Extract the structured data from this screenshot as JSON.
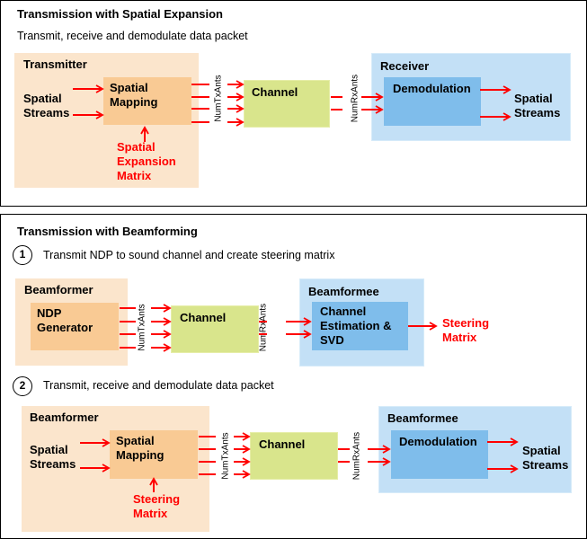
{
  "section1": {
    "title": "Transmission with Spatial Expansion",
    "subtitle": "Transmit, receive and demodulate data packet",
    "transmitter_label": "Transmitter",
    "input_label_1": "Spatial",
    "input_label_2": "Streams",
    "mapping_1": "Spatial",
    "mapping_2": "Mapping",
    "matrix_1": "Spatial",
    "matrix_2": "Expansion",
    "matrix_3": "Matrix",
    "tx_ants": "NumTxAnts",
    "channel": "Channel",
    "rx_ants": "NumRxAnts",
    "receiver_label": "Receiver",
    "demod": "Demodulation",
    "output_label_1": "Spatial",
    "output_label_2": "Streams"
  },
  "section2": {
    "title": "Transmission with Beamforming",
    "step1": {
      "number": "1",
      "text": "Transmit NDP to sound channel and create steering matrix",
      "beamformer_label": "Beamformer",
      "ndp_1": "NDP",
      "ndp_2": "Generator",
      "tx_ants": "NumTxAnts",
      "channel": "Channel",
      "rx_ants": "NumRxAnts",
      "beamformee_label": "Beamformee",
      "est_1": "Channel",
      "est_2": "Estimation &",
      "est_3": "SVD",
      "steer_1": "Steering",
      "steer_2": "Matrix"
    },
    "step2": {
      "number": "2",
      "text": "Transmit, receive and demodulate data packet",
      "beamformer_label": "Beamformer",
      "input_label_1": "Spatial",
      "input_label_2": "Streams",
      "mapping_1": "Spatial",
      "mapping_2": "Mapping",
      "steer_1": "Steering",
      "steer_2": "Matrix",
      "tx_ants": "NumTxAnts",
      "channel": "Channel",
      "rx_ants": "NumRxAnts",
      "beamformee_label": "Beamformee",
      "demod": "Demodulation",
      "output_label_1": "Spatial",
      "output_label_2": "Streams"
    }
  },
  "colors": {
    "tx_outer": "#fbe5cc",
    "tx_inner": "#f9ca94",
    "rx_outer": "#c3e0f6",
    "rx_inner": "#7fbdeb",
    "channel": "#d9e58c",
    "arrow": "#ff0000"
  }
}
